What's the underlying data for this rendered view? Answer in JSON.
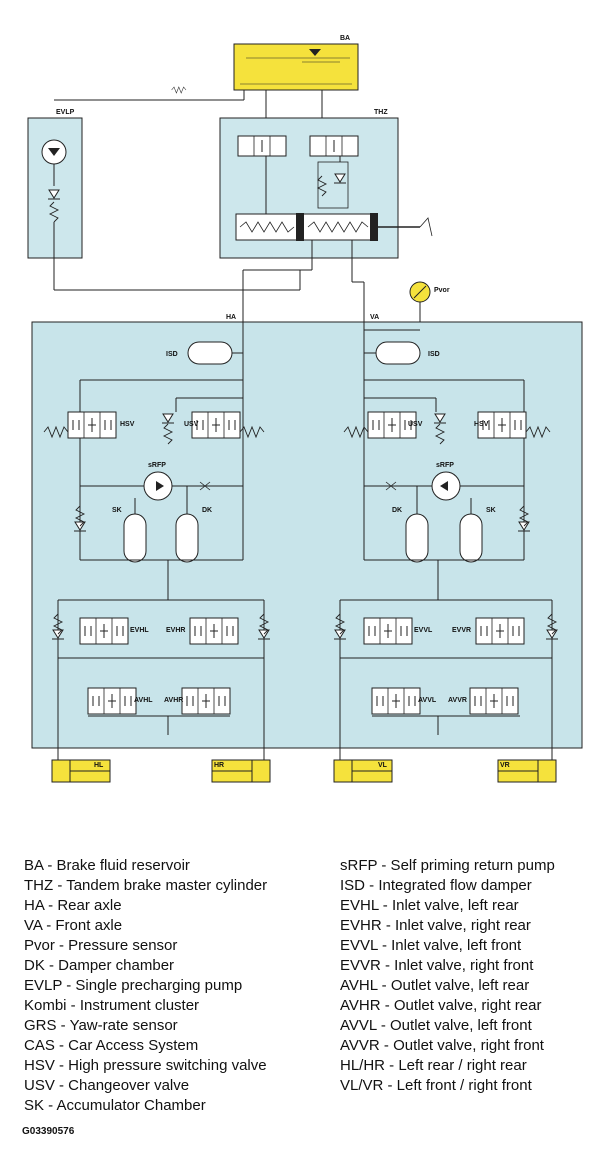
{
  "labels": {
    "ba": "BA",
    "evlp": "EVLP",
    "thz": "THZ",
    "pvor": "Pvor",
    "ha": "HA",
    "va": "VA",
    "isd": "ISD",
    "hsv": "HSV",
    "usv": "USV",
    "srfp": "sRFP",
    "sk": "SK",
    "dk": "DK",
    "evhl": "EVHL",
    "evhr": "EVHR",
    "evvl": "EVVL",
    "evvr": "EVVR",
    "avhl": "AVHL",
    "avhr": "AVHR",
    "avvl": "AVVL",
    "avvr": "AVVR",
    "hl": "HL",
    "hr": "HR",
    "vl": "VL",
    "vr": "VR"
  },
  "legend": {
    "left": [
      "BA - Brake fluid reservoir",
      "THZ - Tandem brake master cylinder",
      "HA - Rear axle",
      "VA - Front axle",
      "Pvor - Pressure sensor",
      "DK - Damper chamber",
      "EVLP - Single precharging pump",
      "Kombi - Instrument cluster",
      "GRS - Yaw-rate sensor",
      "CAS - Car Access System",
      "HSV - High pressure switching valve",
      "USV - Changeover valve",
      "SK - Accumulator Chamber"
    ],
    "right": [
      "sRFP - Self priming return pump",
      "ISD - Integrated flow damper",
      "EVHL - Inlet valve, left rear",
      "EVHR - Inlet valve, right rear",
      "EVVL - Inlet valve, left front",
      "EVVR - Inlet valve, right front",
      "AVHL - Outlet valve, left rear",
      "AVHR - Outlet valve, right rear",
      "AVVL - Outlet valve, left front",
      "AVVR - Outlet valve, right front",
      "HL/HR - Left rear / right rear",
      "VL/VR - Left front / right front"
    ]
  },
  "figure_code": "G03390576",
  "colors": {
    "reservoir": "#f5e23c",
    "housing": "#c8e4ea",
    "unit": "#cde7ec",
    "valve": "#ffffff",
    "line": "#222222",
    "caliper": "#f5e23c"
  }
}
